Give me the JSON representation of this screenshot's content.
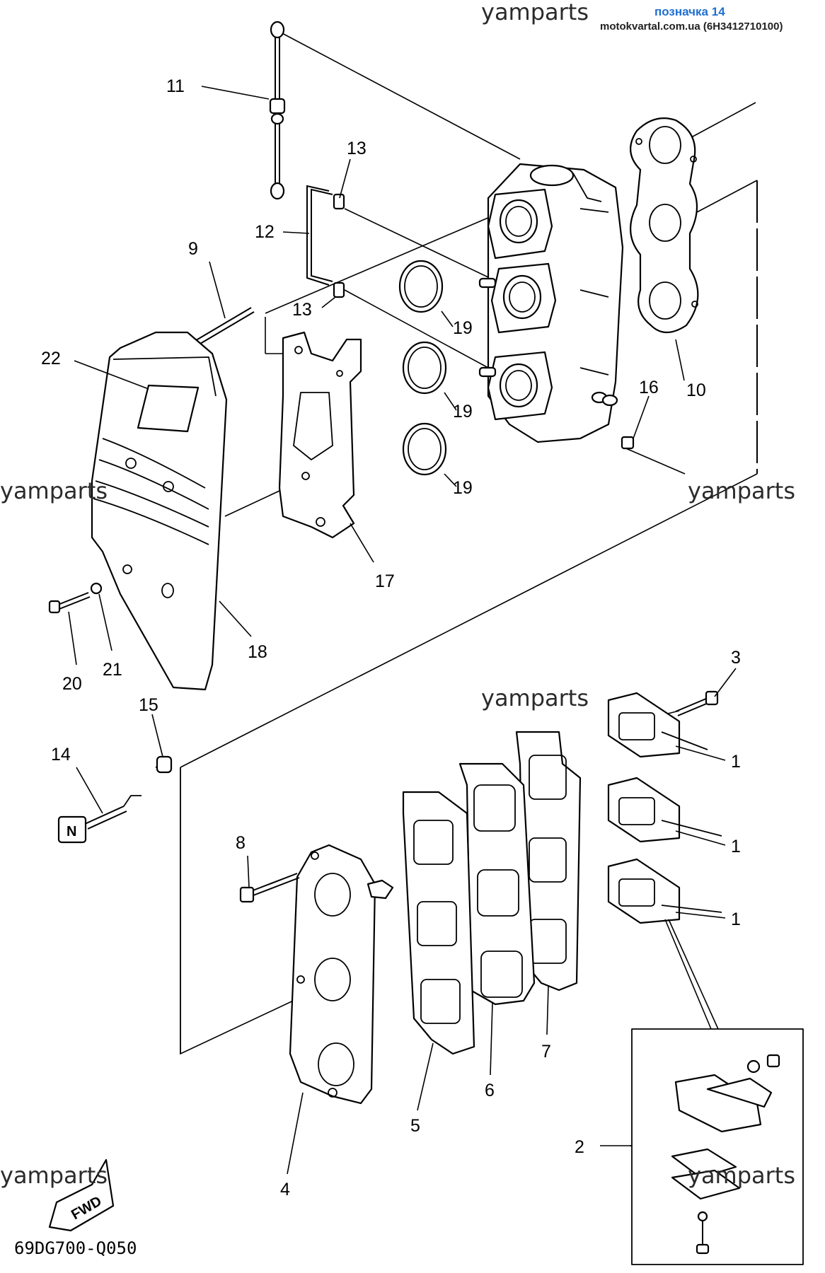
{
  "header": {
    "brand": "yamparts",
    "page_label": "позначка 14",
    "site_ref": "motokvartal.com.ua (6H3412710100)"
  },
  "watermarks": [
    "yamparts",
    "yamparts",
    "yamparts",
    "yamparts",
    "yamparts"
  ],
  "callouts": [
    "11",
    "13",
    "12",
    "9",
    "13",
    "19",
    "19",
    "19",
    "22",
    "10",
    "16",
    "17",
    "18",
    "21",
    "20",
    "3",
    "15",
    "14",
    "1",
    "1",
    "1",
    "8",
    "7",
    "6",
    "5",
    "4",
    "2"
  ],
  "fwd_label": "FWD",
  "figure_code": "69DG700-Q050"
}
